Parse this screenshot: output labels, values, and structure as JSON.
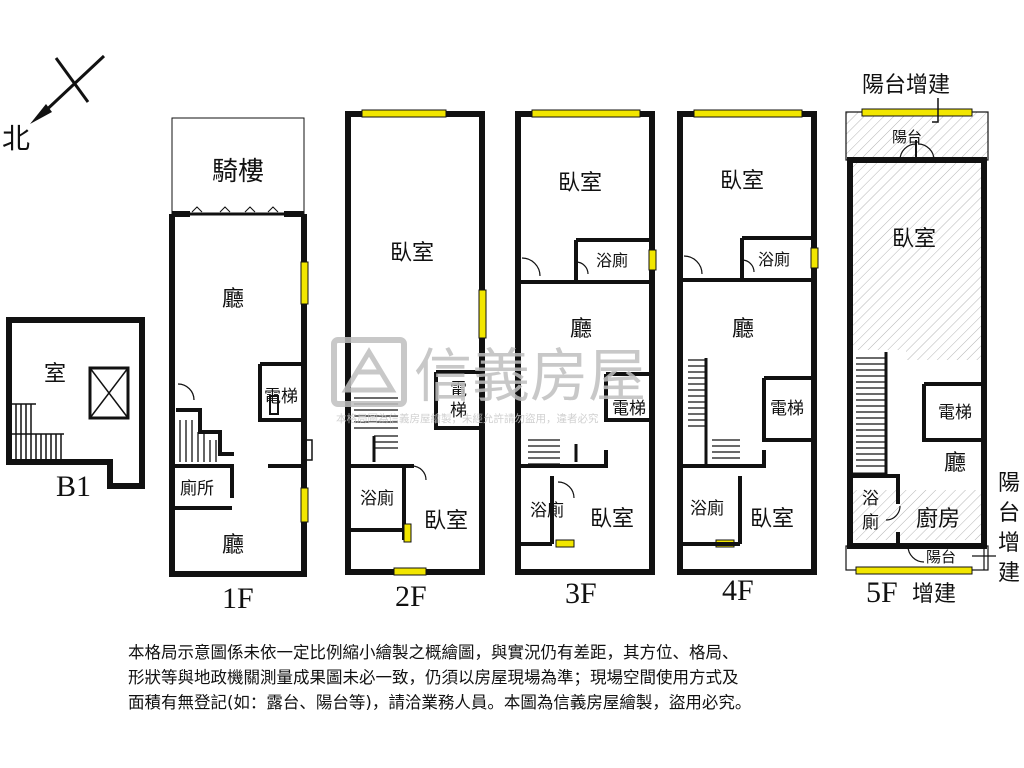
{
  "compass": {
    "label": "北"
  },
  "floors": {
    "b1": {
      "label": "B1",
      "rooms": [
        "室"
      ]
    },
    "f1": {
      "label": "1F",
      "rooms": [
        "騎樓",
        "廳",
        "電梯",
        "廁所",
        "廳"
      ]
    },
    "f2": {
      "label": "2F",
      "rooms": [
        "臥室",
        "電",
        "梯",
        "浴廁",
        "臥室"
      ]
    },
    "f3": {
      "label": "3F",
      "rooms": [
        "臥室",
        "浴廁",
        "廳",
        "電梯",
        "浴廁",
        "臥室"
      ]
    },
    "f4": {
      "label": "4F",
      "rooms": [
        "臥室",
        "浴廁",
        "廳",
        "電梯",
        "浴廁",
        "臥室"
      ]
    },
    "f5": {
      "label": "5F",
      "addition_label": "增建",
      "rooms": [
        "陽台",
        "臥室",
        "電梯",
        "廳",
        "浴",
        "廁",
        "廚房",
        "陽台"
      ],
      "callouts": [
        "陽台增建",
        "陽",
        "台",
        "增",
        "建"
      ]
    }
  },
  "watermark": {
    "brand": "信義房屋",
    "notice": "本格局圖為信義房屋繪製，未經允許請勿盜用，違者必究"
  },
  "disclaimer": [
    "本格局示意圖係未依一定比例縮小繪製之概繪圖，與實況仍有差距，其方位、格局、",
    "形狀等與地政機關測量成果圖未必一致，仍須以房屋現場為準；現場空間使用方式及",
    "面積有無登記(如：露台、陽台等)，請洽業務人員。本圖為信義房屋繪製，盜用必究。"
  ],
  "colors": {
    "wall": "#111111",
    "window": "#f2e600",
    "hatch": "#b5b5b5",
    "watermark": "#bfbfbf"
  }
}
